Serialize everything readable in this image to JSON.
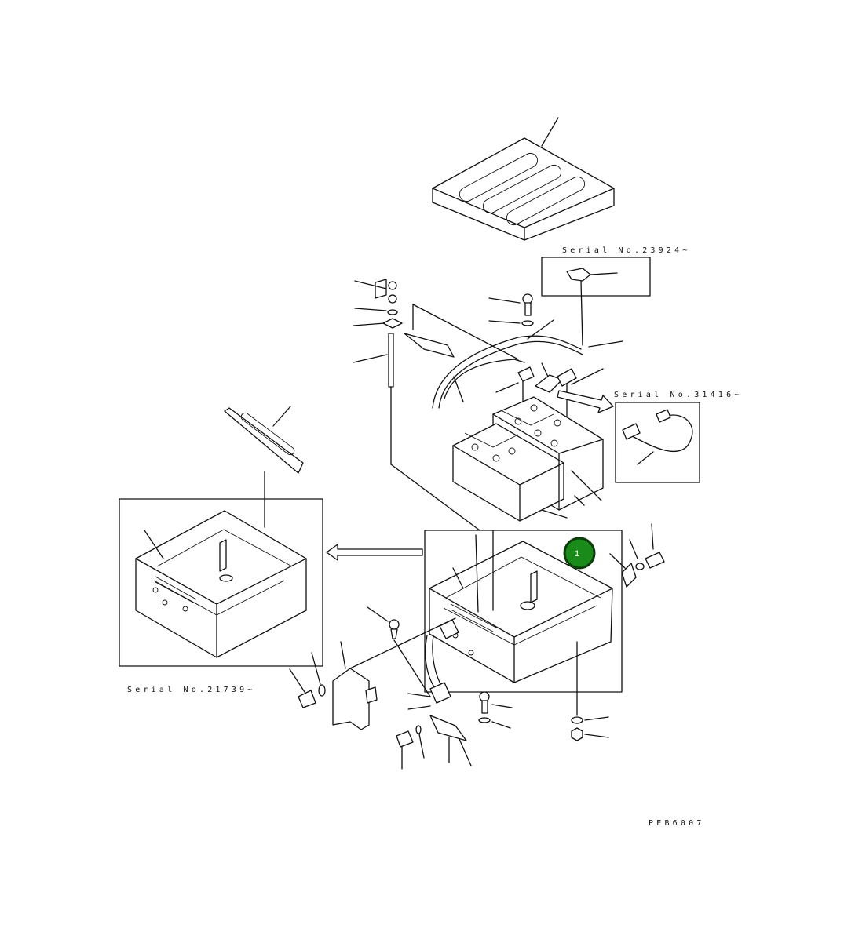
{
  "labels": {
    "serial_23924": "Serial No.23924~",
    "serial_31416": "Serial No.31416~",
    "serial_21739": "Serial No.21739~",
    "figure_code": "PEB6007"
  },
  "callout": {
    "number": "1",
    "color": "#1a8a1a",
    "border_color": "#0a3d0a"
  },
  "icons": [
    "battery-cover",
    "battery",
    "battery-box",
    "bolt",
    "nut",
    "washer",
    "cable",
    "arrow"
  ]
}
